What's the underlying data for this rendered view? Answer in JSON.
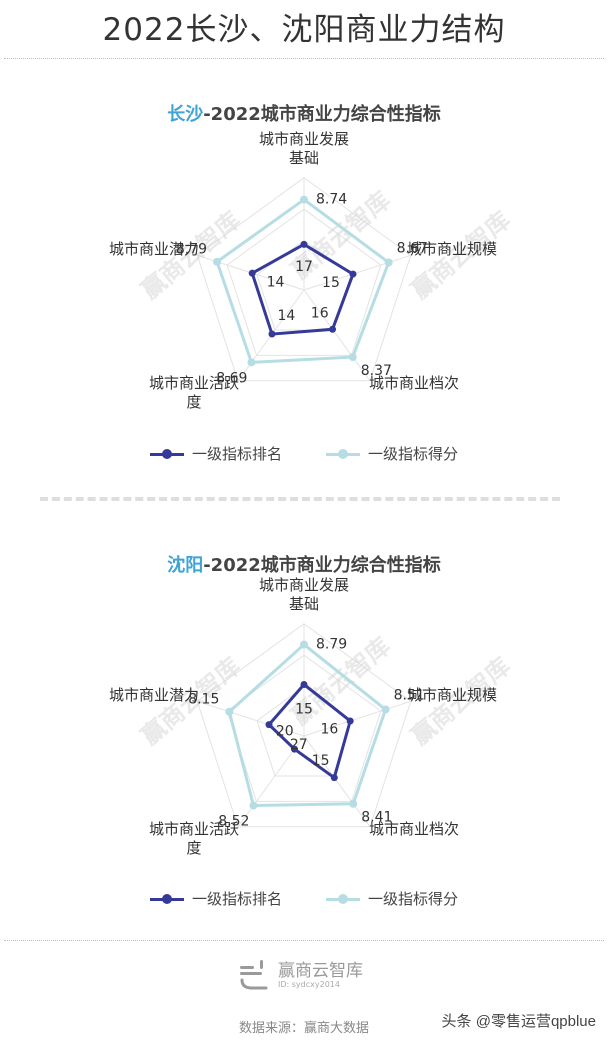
{
  "page": {
    "title": "2022长沙、沈阳商业力结构",
    "source": "数据来源：赢商大数据",
    "toutiao": "头条 @零售运营qpblue",
    "logo": {
      "name": "赢商云智库",
      "id": "ID: sydcxy2014"
    },
    "watermark": "赢商云智库"
  },
  "colors": {
    "rank": "#353a99",
    "score": "#b5dde3",
    "city": "#3fa3d6",
    "grid": "#e3e3e3"
  },
  "chart_data": [
    {
      "type": "radar",
      "title_city": "长沙",
      "title_rest": "-2022城市商业力综合性指标",
      "indicators": [
        [
          "城市商业发展",
          "基础"
        ],
        [
          "城市商业规模"
        ],
        [
          "城市商业档次"
        ],
        [
          "城市商业活跃",
          "度"
        ],
        [
          "城市商业潜力"
        ]
      ],
      "series": [
        {
          "name": "一级指标排名",
          "values": [
            17,
            15,
            16,
            14,
            14
          ]
        },
        {
          "name": "一级指标得分",
          "values": [
            8.74,
            8.67,
            8.37,
            8.69,
            8.79
          ]
        }
      ]
    },
    {
      "type": "radar",
      "title_city": "沈阳",
      "title_rest": "-2022城市商业力综合性指标",
      "indicators": [
        [
          "城市商业发展",
          "基础"
        ],
        [
          "城市商业规模"
        ],
        [
          "城市商业档次"
        ],
        [
          "城市商业活跃",
          "度"
        ],
        [
          "城市商业潜力"
        ]
      ],
      "series": [
        {
          "name": "一级指标排名",
          "values": [
            15,
            16,
            15,
            27,
            20
          ]
        },
        {
          "name": "一级指标得分",
          "values": [
            8.79,
            8.51,
            8.41,
            8.52,
            8.15
          ]
        }
      ]
    }
  ]
}
